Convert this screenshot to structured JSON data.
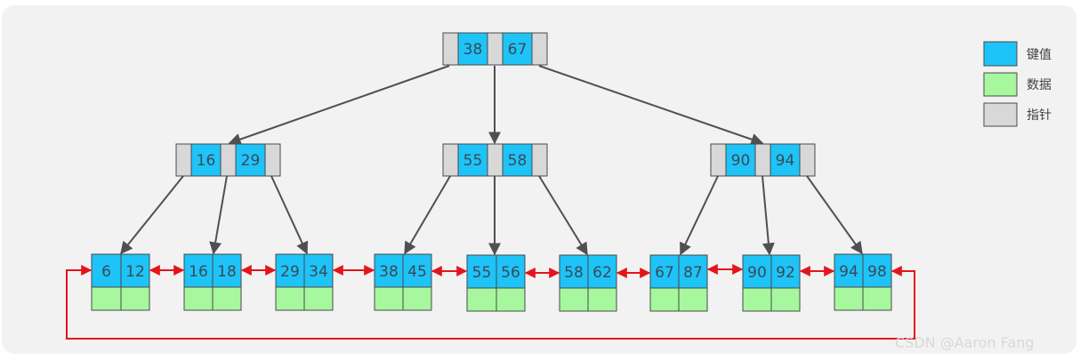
{
  "colors": {
    "key": "#1ec3f7",
    "data": "#a6f79e",
    "pointer": "#d8d8d8",
    "edge": "#505050",
    "link": "#e4141a",
    "background": "#f2f2f2"
  },
  "tree": {
    "root": {
      "keys": [
        "38",
        "67"
      ]
    },
    "internal": [
      {
        "keys": [
          "16",
          "29"
        ]
      },
      {
        "keys": [
          "55",
          "58"
        ]
      },
      {
        "keys": [
          "90",
          "94"
        ]
      }
    ],
    "leaves": [
      {
        "keys": [
          "6",
          "12"
        ]
      },
      {
        "keys": [
          "16",
          "18"
        ]
      },
      {
        "keys": [
          "29",
          "34"
        ]
      },
      {
        "keys": [
          "38",
          "45"
        ]
      },
      {
        "keys": [
          "55",
          "56"
        ]
      },
      {
        "keys": [
          "58",
          "62"
        ]
      },
      {
        "keys": [
          "67",
          "87"
        ]
      },
      {
        "keys": [
          "90",
          "92"
        ]
      },
      {
        "keys": [
          "94",
          "98"
        ]
      }
    ]
  },
  "legend": {
    "items": [
      {
        "label": "键值",
        "color": "#1ec3f7",
        "icon": "key-swatch"
      },
      {
        "label": "数据",
        "color": "#a6f79e",
        "icon": "data-swatch"
      },
      {
        "label": "指针",
        "color": "#d8d8d8",
        "icon": "pointer-swatch"
      }
    ]
  },
  "watermark": "CSDN @Aaron Fang"
}
